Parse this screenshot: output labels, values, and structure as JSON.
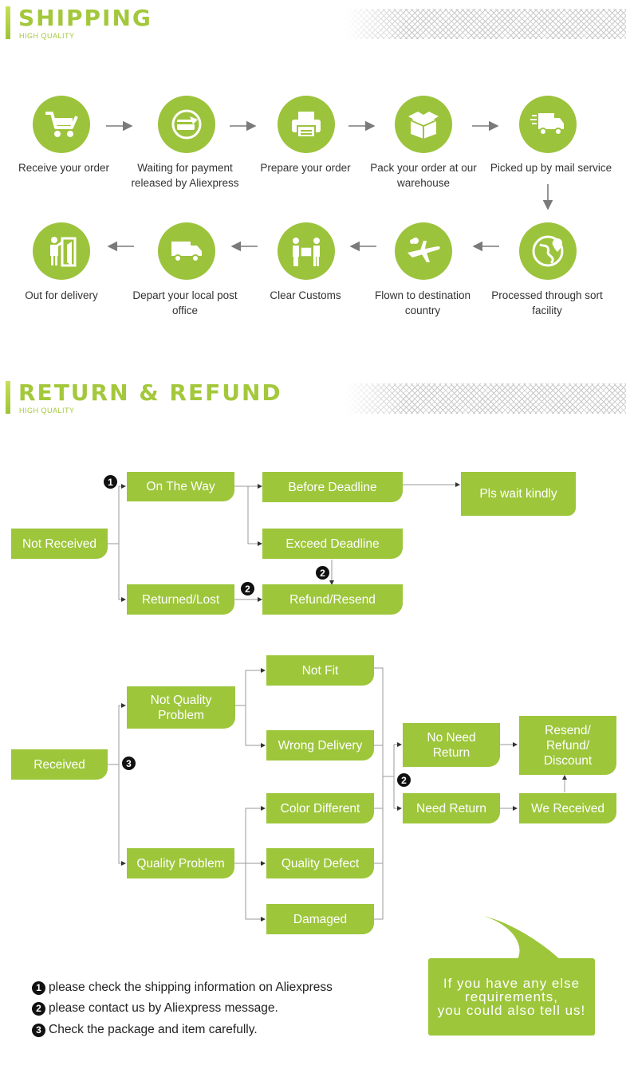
{
  "shipping": {
    "title": "SHIPPING",
    "subtitle": "HIGH QUALITY",
    "steps": [
      {
        "icon": "cart-icon",
        "label": "Receive your order"
      },
      {
        "icon": "payment-card-icon",
        "label": "Waiting for payment released by Aliexpress"
      },
      {
        "icon": "printer-icon",
        "label": "Prepare your order"
      },
      {
        "icon": "package-box-icon",
        "label": "Pack your order at our warehouse"
      },
      {
        "icon": "delivery-truck-icon",
        "label": "Picked up by mail service"
      },
      {
        "icon": "globe-pin-icon",
        "label": "Processed through sort facility"
      },
      {
        "icon": "airplane-icon",
        "label": "Flown to destination country"
      },
      {
        "icon": "customs-people-icon",
        "label": "Clear Customs"
      },
      {
        "icon": "local-truck-icon",
        "label": "Depart your local post office"
      },
      {
        "icon": "door-delivery-icon",
        "label": "Out for delivery"
      }
    ]
  },
  "refund": {
    "title": "RETURN & REFUND",
    "subtitle": "HIGH QUALITY",
    "not_received": {
      "root": "Not Received",
      "on_the_way": "On The Way",
      "returned_lost": "Returned/Lost",
      "before_deadline": "Before Deadline",
      "exceed_deadline": "Exceed Deadline",
      "refund_resend": "Refund/Resend",
      "pls_wait": "Pls wait kindly"
    },
    "received": {
      "root": "Received",
      "not_quality": "Not Quality Problem",
      "quality_problem": "Quality Problem",
      "not_fit": "Not Fit",
      "wrong_delivery": "Wrong Delivery",
      "color_different": "Color Different",
      "quality_defect": "Quality Defect",
      "damaged": "Damaged",
      "no_need_return": "No Need Return",
      "need_return": "Need Return",
      "resend_refund_discount": "Resend/ Refund/ Discount",
      "we_received": "We Received"
    },
    "markers": {
      "one": "1",
      "two": "2",
      "three": "3"
    },
    "notes": [
      "please check the shipping information on Aliexpress",
      "please contact us by Aliexpress message.",
      "Check the package and item carefully."
    ],
    "bubble": {
      "line1": "If you have any else",
      "line2": "requirements,",
      "line3": "you could also tell us!"
    }
  },
  "colors": {
    "accent": "#9dc63b",
    "title": "#a3c83b"
  }
}
